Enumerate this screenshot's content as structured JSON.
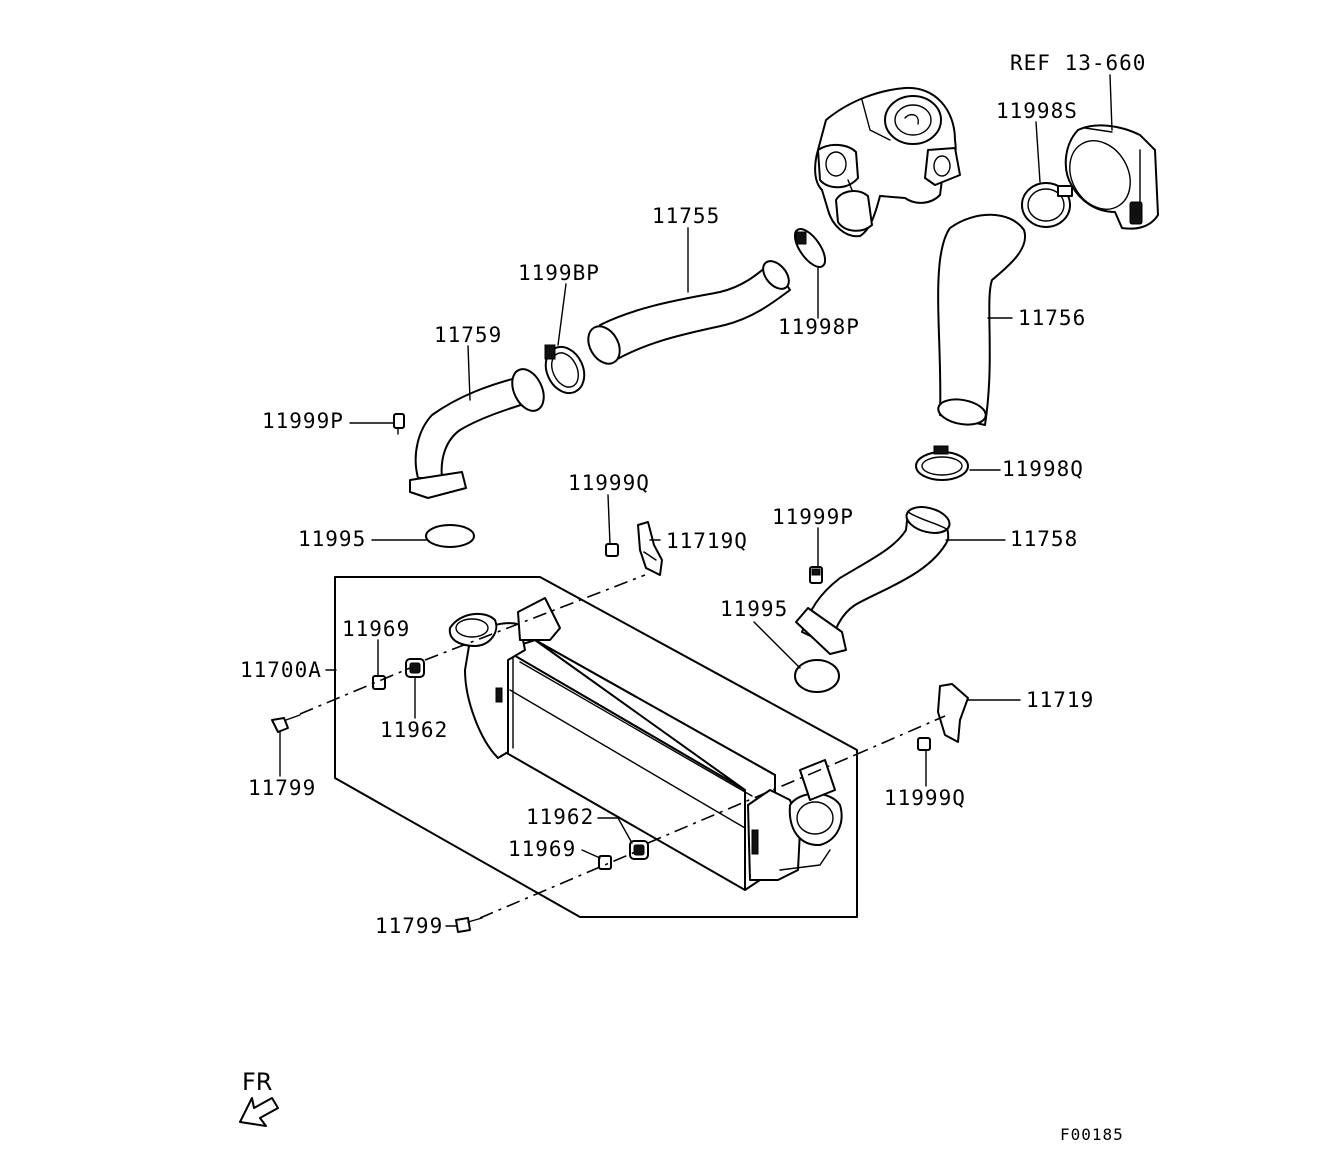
{
  "reference": "REF 13-660",
  "labels": {
    "p11998S": "11998S",
    "p11755": "11755",
    "p11998P_left": "1199BP",
    "p11998P_right": "11998P",
    "p11759": "11759",
    "p11756": "11756",
    "p11999P_left": "11999P",
    "p11998Q": "11998Q",
    "p11999Q_top": "11999Q",
    "p11719Q": "11719Q",
    "p11999P_mid": "11999P",
    "p11758": "11758",
    "p11995_left": "11995",
    "p11995_right": "11995",
    "p11969_top": "11969",
    "p11700A": "11700A",
    "p11962_top": "11962",
    "p11799_left": "11799",
    "p11719": "11719",
    "p11999Q_bottom": "11999Q",
    "p11962_bottom": "11962",
    "p11969_bottom": "11969",
    "p11799_bottom": "11799"
  },
  "direction_label": "FR",
  "diagram_code": "F00185"
}
